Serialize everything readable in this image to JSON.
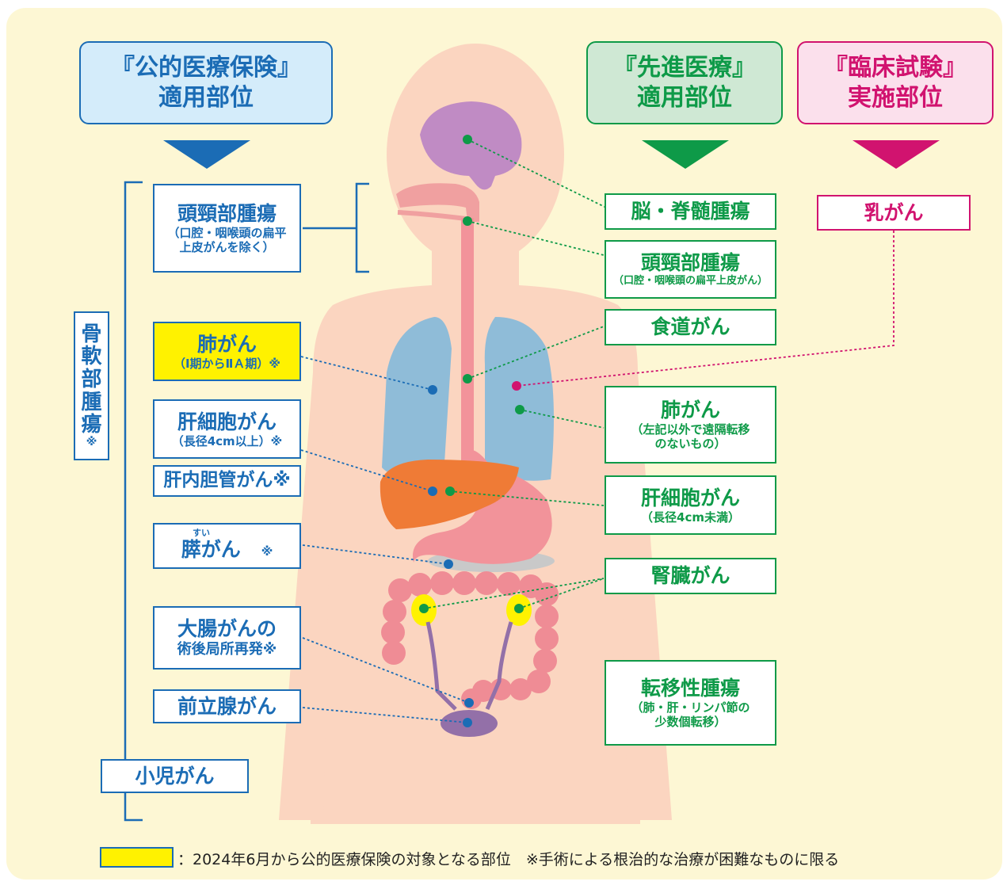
{
  "headers": {
    "public": {
      "line1": "『公的医療保険』",
      "line2": "適用部位"
    },
    "advanced": {
      "line1": "『先進医療』",
      "line2": "適用部位"
    },
    "trial": {
      "line1": "『臨床試験』",
      "line2": "実施部位"
    }
  },
  "public_items": {
    "head_neck": {
      "main": "頭頸部腫瘍",
      "sub1": "（口腔・咽喉頭の扁平",
      "sub2": "上皮がんを除く）"
    },
    "lung": {
      "main": "肺がん",
      "sub": "（Ⅰ期からⅡＡ期）※"
    },
    "liver": {
      "main": "肝細胞がん",
      "sub": "（長径4cm以上）※"
    },
    "bile": {
      "main": "肝内胆管がん※"
    },
    "pancreas": {
      "ruby": "すい",
      "main": "膵がん",
      "mark": "※"
    },
    "colon": {
      "main": "大腸がんの",
      "sub": "術後局所再発※"
    },
    "prostate": {
      "main": "前立腺がん"
    },
    "child": {
      "main": "小児がん"
    },
    "bone_soft": {
      "chars": [
        "骨",
        "軟",
        "部",
        "腫",
        "瘍"
      ],
      "mark": "※"
    }
  },
  "advanced_items": {
    "brain": {
      "main": "脳・脊髄腫瘍"
    },
    "head_neck": {
      "main": "頭頸部腫瘍",
      "sub": "（口腔・咽喉頭の扁平上皮がん）"
    },
    "esophagus": {
      "main": "食道がん"
    },
    "lung": {
      "main": "肺がん",
      "sub1": "（左記以外で遠隔転移",
      "sub2": "のないもの）"
    },
    "liver": {
      "main": "肝細胞がん",
      "sub": "（長径4cm未満）"
    },
    "kidney": {
      "main": "腎臓がん"
    },
    "metastatic": {
      "main": "転移性腫瘍",
      "sub1": "（肺・肝・リンパ節の",
      "sub2": "少数個転移）"
    }
  },
  "trial_items": {
    "breast": {
      "main": "乳がん"
    }
  },
  "legend": {
    "text": "：2024年6月から公的医療保険の対象となる部位　※手術による根治的な治療が困難なものに限る"
  },
  "colors": {
    "public": "#1b6cb5",
    "advanced": "#0e9a48",
    "trial": "#d1136f",
    "highlight": "#fff200",
    "background": "#fdf7d4"
  }
}
